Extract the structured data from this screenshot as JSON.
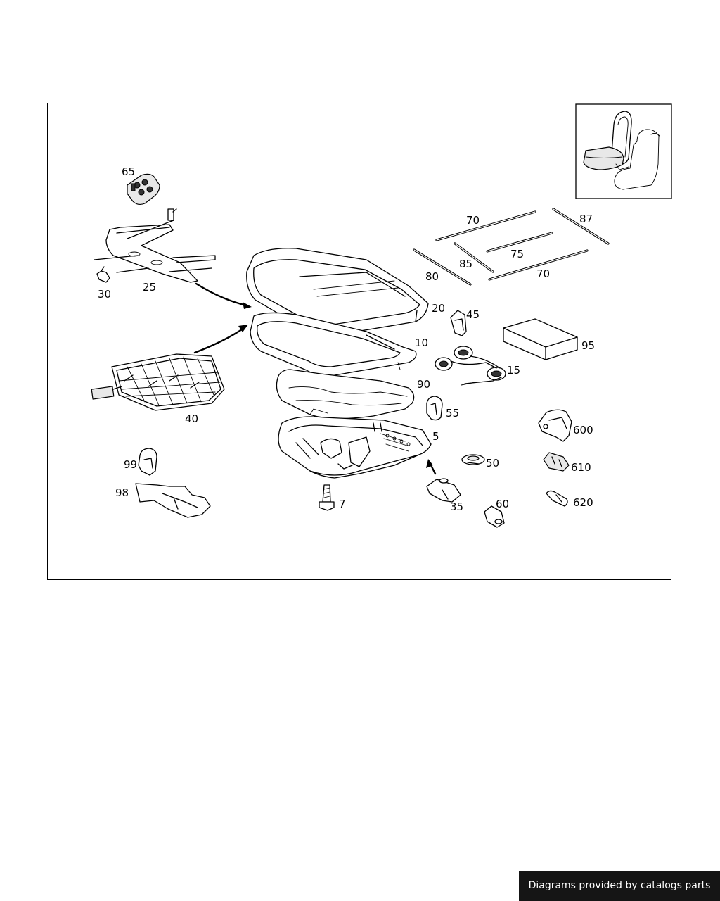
{
  "diagram": {
    "callouts": {
      "c65": "65",
      "c25": "25",
      "c30": "30",
      "c40": "40",
      "c20": "20",
      "c10": "10",
      "c90": "90",
      "c5": "5",
      "c70a": "70",
      "c70b": "70",
      "c87": "87",
      "c75": "75",
      "c85": "85",
      "c80": "80",
      "c45": "45",
      "c95": "95",
      "c15": "15",
      "c55": "55",
      "c50": "50",
      "c35": "35",
      "c60": "60",
      "c7": "7",
      "c99": "99",
      "c98": "98",
      "c600": "600",
      "c610": "610",
      "c620": "620"
    }
  },
  "footer": {
    "credit": "Diagrams provided by catalogs parts"
  }
}
